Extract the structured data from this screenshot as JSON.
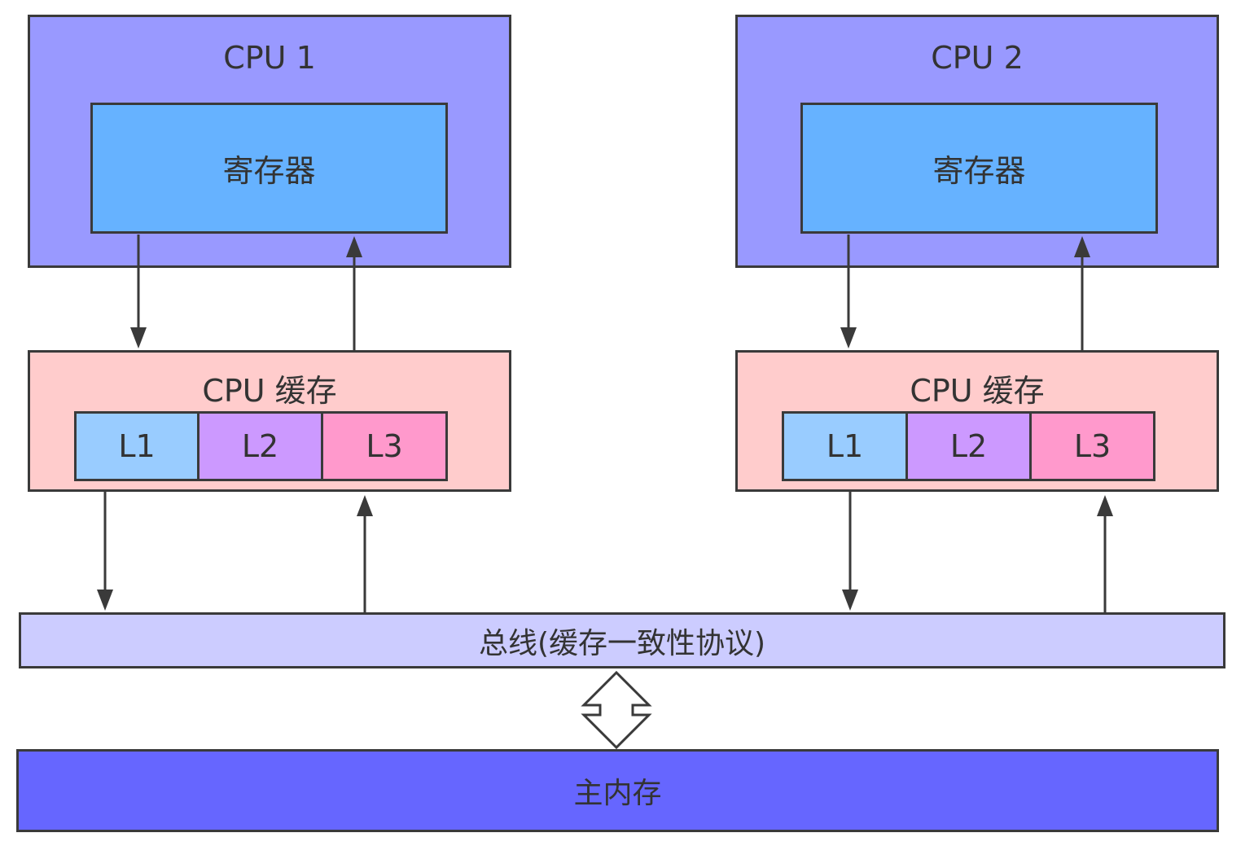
{
  "colors": {
    "cpu": "#9999ff",
    "register": "#66b2ff",
    "cache": "#ffcccc",
    "l1": "#99ccff",
    "l2": "#cc99ff",
    "l3": "#ff99cc",
    "bus": "#ccccff",
    "memory": "#6666ff",
    "stroke": "#3a3a3a"
  },
  "cpus": [
    {
      "title": "CPU 1",
      "register": "寄存器",
      "cache": {
        "title": "CPU 缓存",
        "levels": [
          "L1",
          "L2",
          "L3"
        ]
      }
    },
    {
      "title": "CPU 2",
      "register": "寄存器",
      "cache": {
        "title": "CPU 缓存",
        "levels": [
          "L1",
          "L2",
          "L3"
        ]
      }
    }
  ],
  "bus": {
    "label": "总线(缓存一致性协议)"
  },
  "memory": {
    "label": "主内存"
  }
}
